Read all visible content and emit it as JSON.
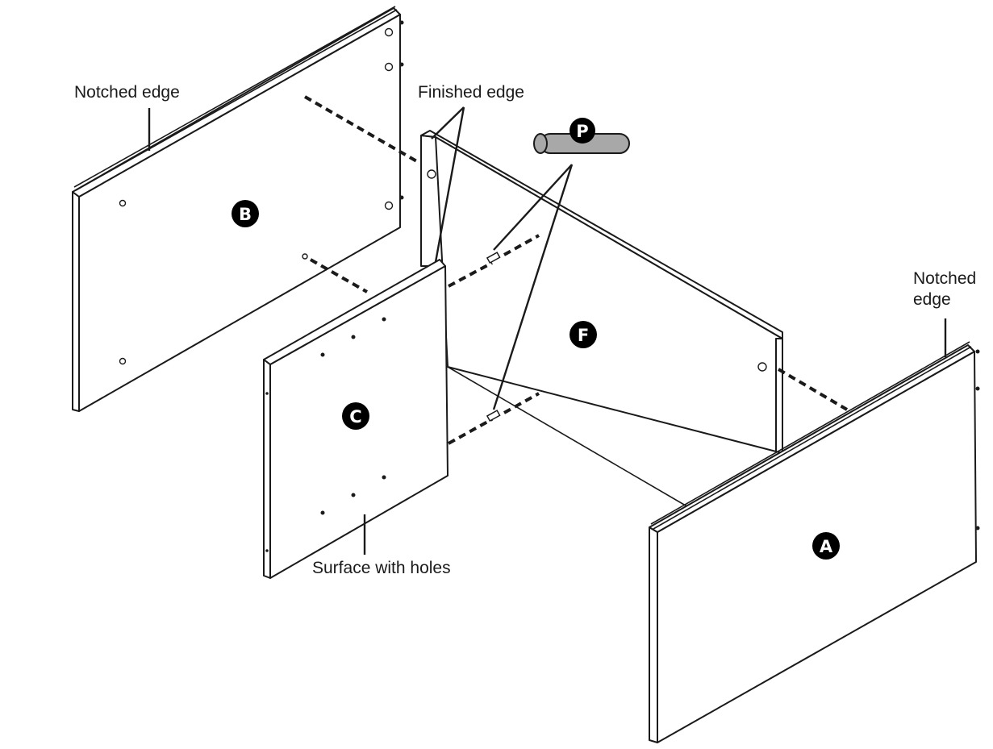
{
  "labels": {
    "notched_edge_left": "Notched edge",
    "finished_edge": "Finished edge",
    "notched_edge_right_line1": "Notched",
    "notched_edge_right_line2": "edge",
    "surface_with_holes": "Surface with holes"
  },
  "badges": {
    "a": "A",
    "b": "B",
    "c": "C",
    "f": "F",
    "p": "P"
  },
  "colors": {
    "line": "#1a1a1a",
    "badge_fill": "#000000",
    "dowel_fill": "#a8a8a8"
  }
}
